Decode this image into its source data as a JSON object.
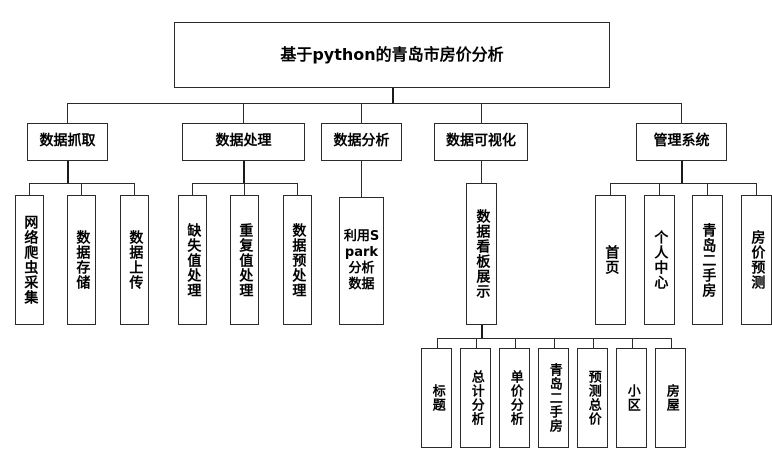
{
  "diagram": {
    "type": "tree-hierarchy",
    "title": "基于python的青岛市房价分析",
    "level2": [
      {
        "id": "data-crawl",
        "label": "数据抓取"
      },
      {
        "id": "data-process",
        "label": "数据处理"
      },
      {
        "id": "data-analysis",
        "label": "数据分析"
      },
      {
        "id": "data-visual",
        "label": "数据可视化"
      },
      {
        "id": "mgmt-system",
        "label": "管理系统"
      }
    ],
    "crawl_children": [
      {
        "id": "web-spider",
        "label": "网络爬虫采集"
      },
      {
        "id": "data-storage",
        "label": "数据存储"
      },
      {
        "id": "data-upload",
        "label": "数据上传"
      }
    ],
    "process_children": [
      {
        "id": "missing-value",
        "label": "缺失值处理"
      },
      {
        "id": "duplicate-value",
        "label": "重复值处理"
      },
      {
        "id": "preprocess",
        "label": "数据预处理"
      }
    ],
    "analysis_children": [
      {
        "id": "spark-analysis",
        "label": "利用Spark分析数据"
      }
    ],
    "visual_children": [
      {
        "id": "dashboard",
        "label": "数据看板展示"
      }
    ],
    "dashboard_children": [
      {
        "id": "dash-title",
        "label": "标题"
      },
      {
        "id": "total-analysis",
        "label": "总计分析"
      },
      {
        "id": "unit-price",
        "label": "单价分析"
      },
      {
        "id": "qingdao-resale",
        "label": "青岛二手房"
      },
      {
        "id": "predict-total",
        "label": "预测总价"
      },
      {
        "id": "community",
        "label": "小区"
      },
      {
        "id": "house",
        "label": "房屋"
      }
    ],
    "mgmt_children": [
      {
        "id": "home",
        "label": "首页"
      },
      {
        "id": "personal-center",
        "label": "个人中心"
      },
      {
        "id": "qingdao-resale-2",
        "label": "青岛二手房"
      },
      {
        "id": "price-forecast",
        "label": "房价预测"
      }
    ],
    "colors": {
      "border": "#2b2b2b",
      "background": "#ffffff",
      "text": "#000000",
      "shadow": "#9a9a9a"
    }
  }
}
